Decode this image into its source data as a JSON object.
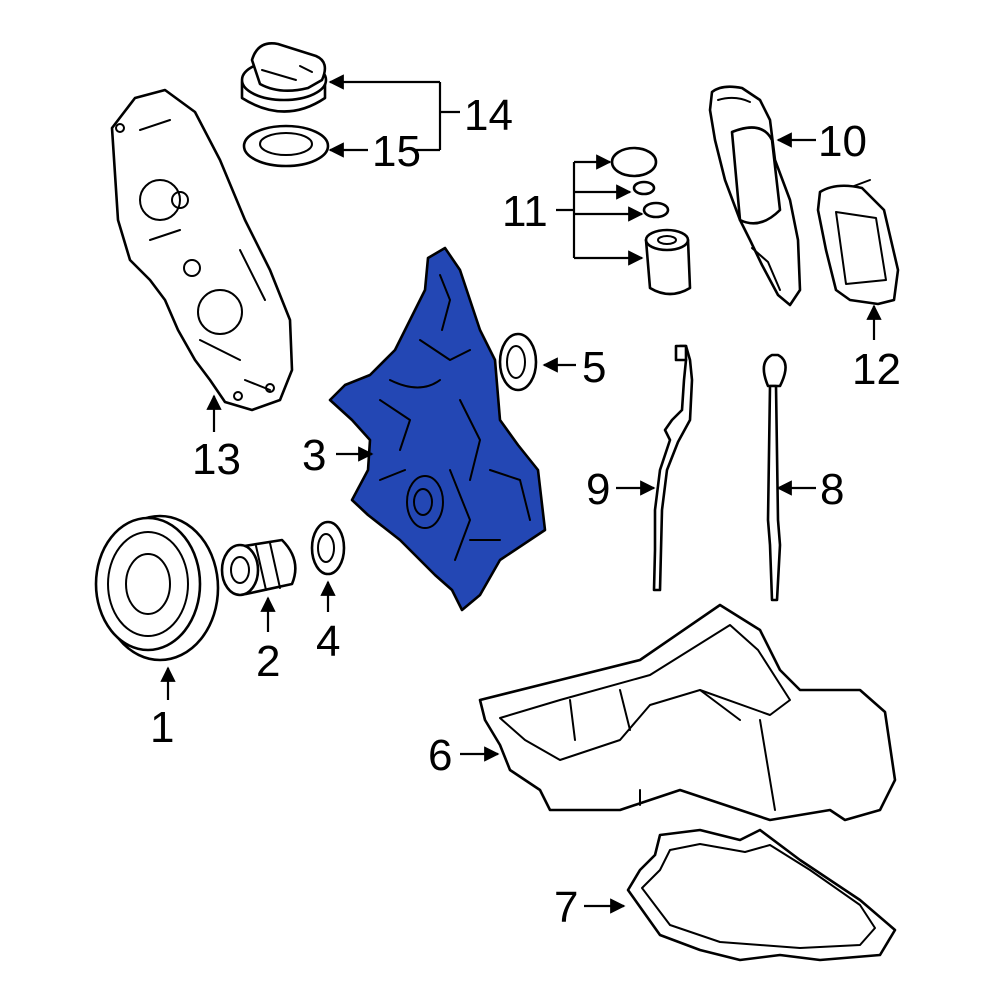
{
  "callouts": {
    "c1": "1",
    "c2": "2",
    "c3": "3",
    "c4": "4",
    "c5": "5",
    "c6": "6",
    "c7": "7",
    "c8": "8",
    "c9": "9",
    "c10": "10",
    "c11": "11",
    "c12": "12",
    "c13": "13",
    "c14": "14",
    "c15": "15"
  },
  "highlight_color": "#2347b4",
  "highlighted_part": "3"
}
